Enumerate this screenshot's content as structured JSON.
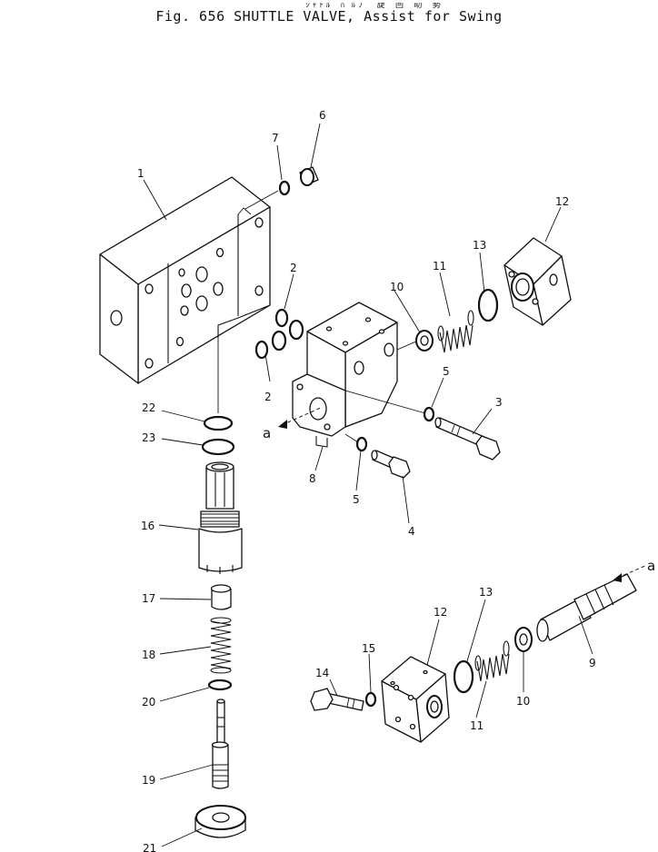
{
  "figure": {
    "title": "Fig. 656  SHUTTLE VALVE, Assist for Swing",
    "jp_caption": "ｼｬﾄﾙ ﾊﾞﾙﾌﾞ  旋 回 助 勢"
  },
  "part_labels": [
    "1",
    "2",
    "2",
    "3",
    "4",
    "5",
    "5",
    "6",
    "7",
    "8",
    "9",
    "10",
    "10",
    "11",
    "11",
    "12",
    "12",
    "13",
    "13",
    "14",
    "15",
    "16",
    "17",
    "18",
    "19",
    "20",
    "21",
    "22",
    "23"
  ],
  "flow_markers": [
    "a",
    "a"
  ]
}
